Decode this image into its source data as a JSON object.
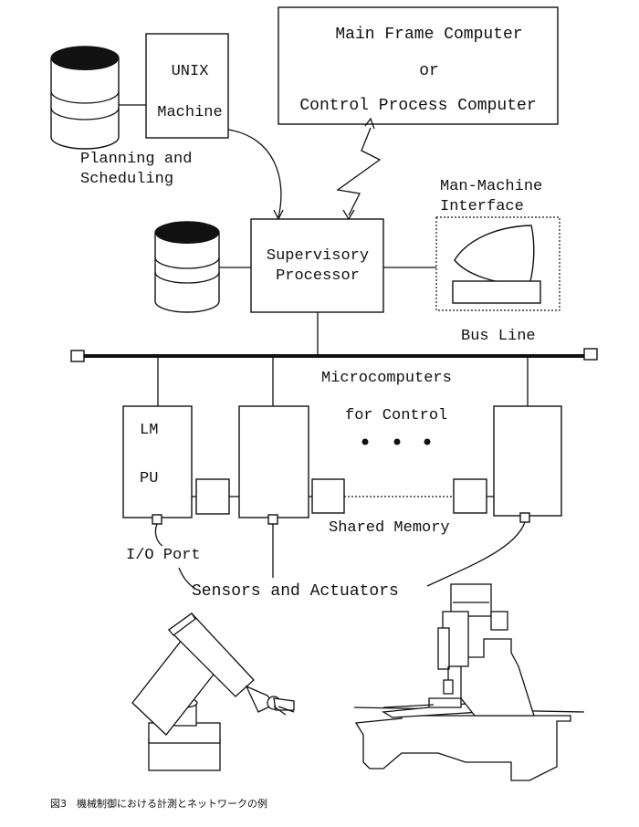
{
  "diagram": {
    "mainframe": {
      "line1": "Main Frame Computer",
      "line2": "or",
      "line3": "Control Process Computer"
    },
    "unix": {
      "line1": "UNIX",
      "line2": "Machine"
    },
    "planning": {
      "line1": "Planning and",
      "line2": "Scheduling"
    },
    "supervisory": {
      "line1": "Supervisory",
      "line2": "Processor"
    },
    "mmi": {
      "line1": "Man-Machine",
      "line2": "Interface"
    },
    "bus_line": "Bus Line",
    "micro": {
      "line1": "Microcomputers",
      "line2": "for Control"
    },
    "lmpu": {
      "line1": "LM",
      "line2": "PU"
    },
    "shared_memory": "Shared Memory",
    "io_port": "I/O Port",
    "sensors": "Sensors and Actuators"
  },
  "caption": "図3　機械制御における計測とネットワークの例"
}
